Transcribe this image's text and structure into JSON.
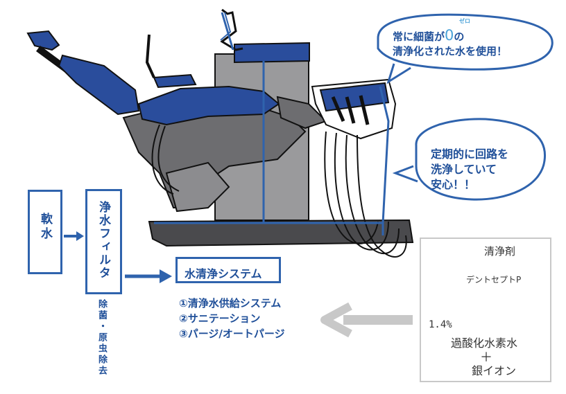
{
  "bubbles": {
    "top": {
      "line1_pre": "常に細菌が",
      "zero": "0",
      "zero_reading": "ゼロ",
      "line1_post": "の",
      "line2": "清浄化された水を使用！"
    },
    "right": {
      "line1": "定期的に回路を",
      "line2": "洗浄していて",
      "line3": "安心！！"
    }
  },
  "flow": {
    "soft_water": "軟水",
    "filter": "浄水フィルタ",
    "filter_note": "除菌・原虫除去",
    "system": "水清浄システム"
  },
  "features": [
    "①清浄水供給システム",
    "②サニテーション",
    "③パージ/オートパージ"
  ],
  "cleaner": {
    "title": "清浄剤",
    "product": "デントセプトP",
    "concentration": "1.4%",
    "chemical": "過酸化水素水",
    "plus": "＋",
    "ion": "銀イオン"
  },
  "colors": {
    "accent_blue": "#2f63ad",
    "chair_blue": "#2a4d9c",
    "unit_gray": "#6d6d70",
    "arrow_gray": "#c8c8c8"
  }
}
